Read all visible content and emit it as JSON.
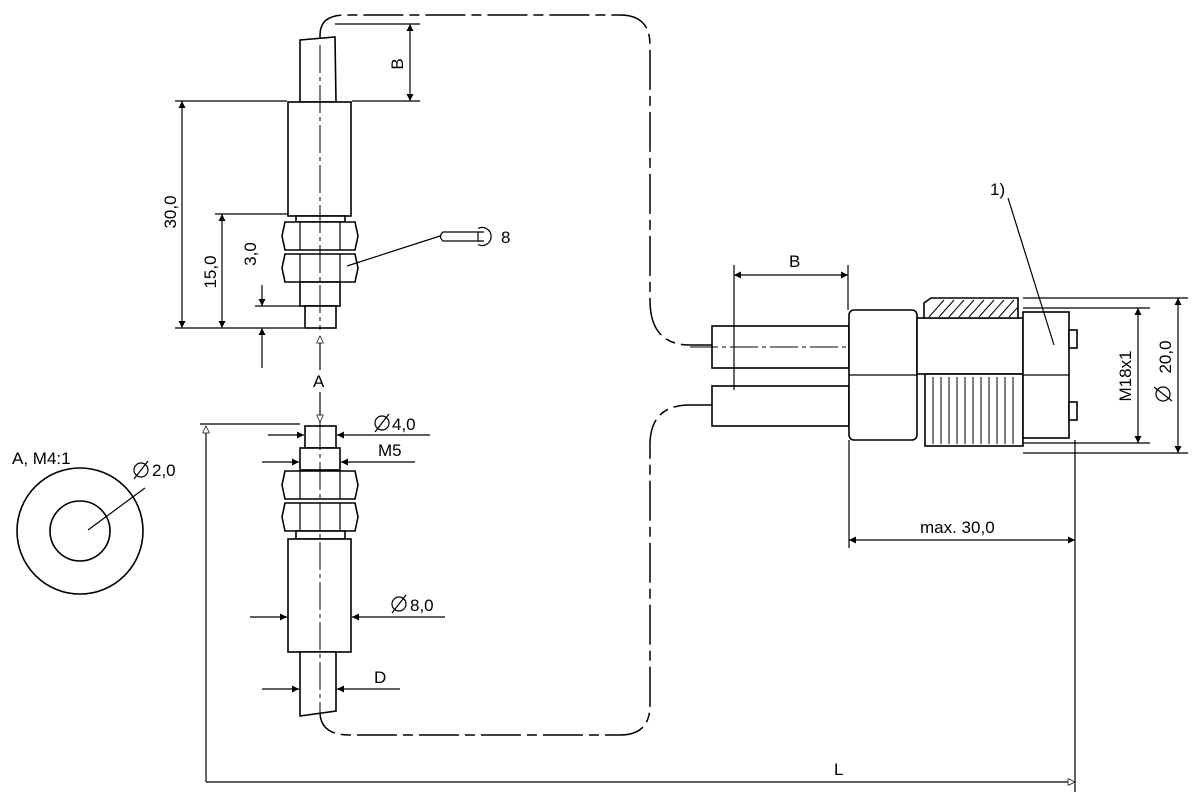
{
  "labels": {
    "dim_b_top": "B",
    "dim_30": "30,0",
    "dim_15": "15,0",
    "dim_3": "3,0",
    "wrench_size": "8",
    "view_a": "A",
    "dim_d4": "4,0",
    "dim_m5": "M5",
    "dim_d8": "8,0",
    "dim_d": "D",
    "detail_title": "A, M4:1",
    "dim_d2": "2,0",
    "dim_l": "L",
    "dim_b_right": "B",
    "footnote": "1)",
    "dim_m18": "M18x1",
    "dim_d20": "20,0",
    "dim_max30": "max. 30,0"
  },
  "icons": {
    "diameter": "diameter-symbol-icon",
    "wrench": "open-end-wrench-icon"
  }
}
